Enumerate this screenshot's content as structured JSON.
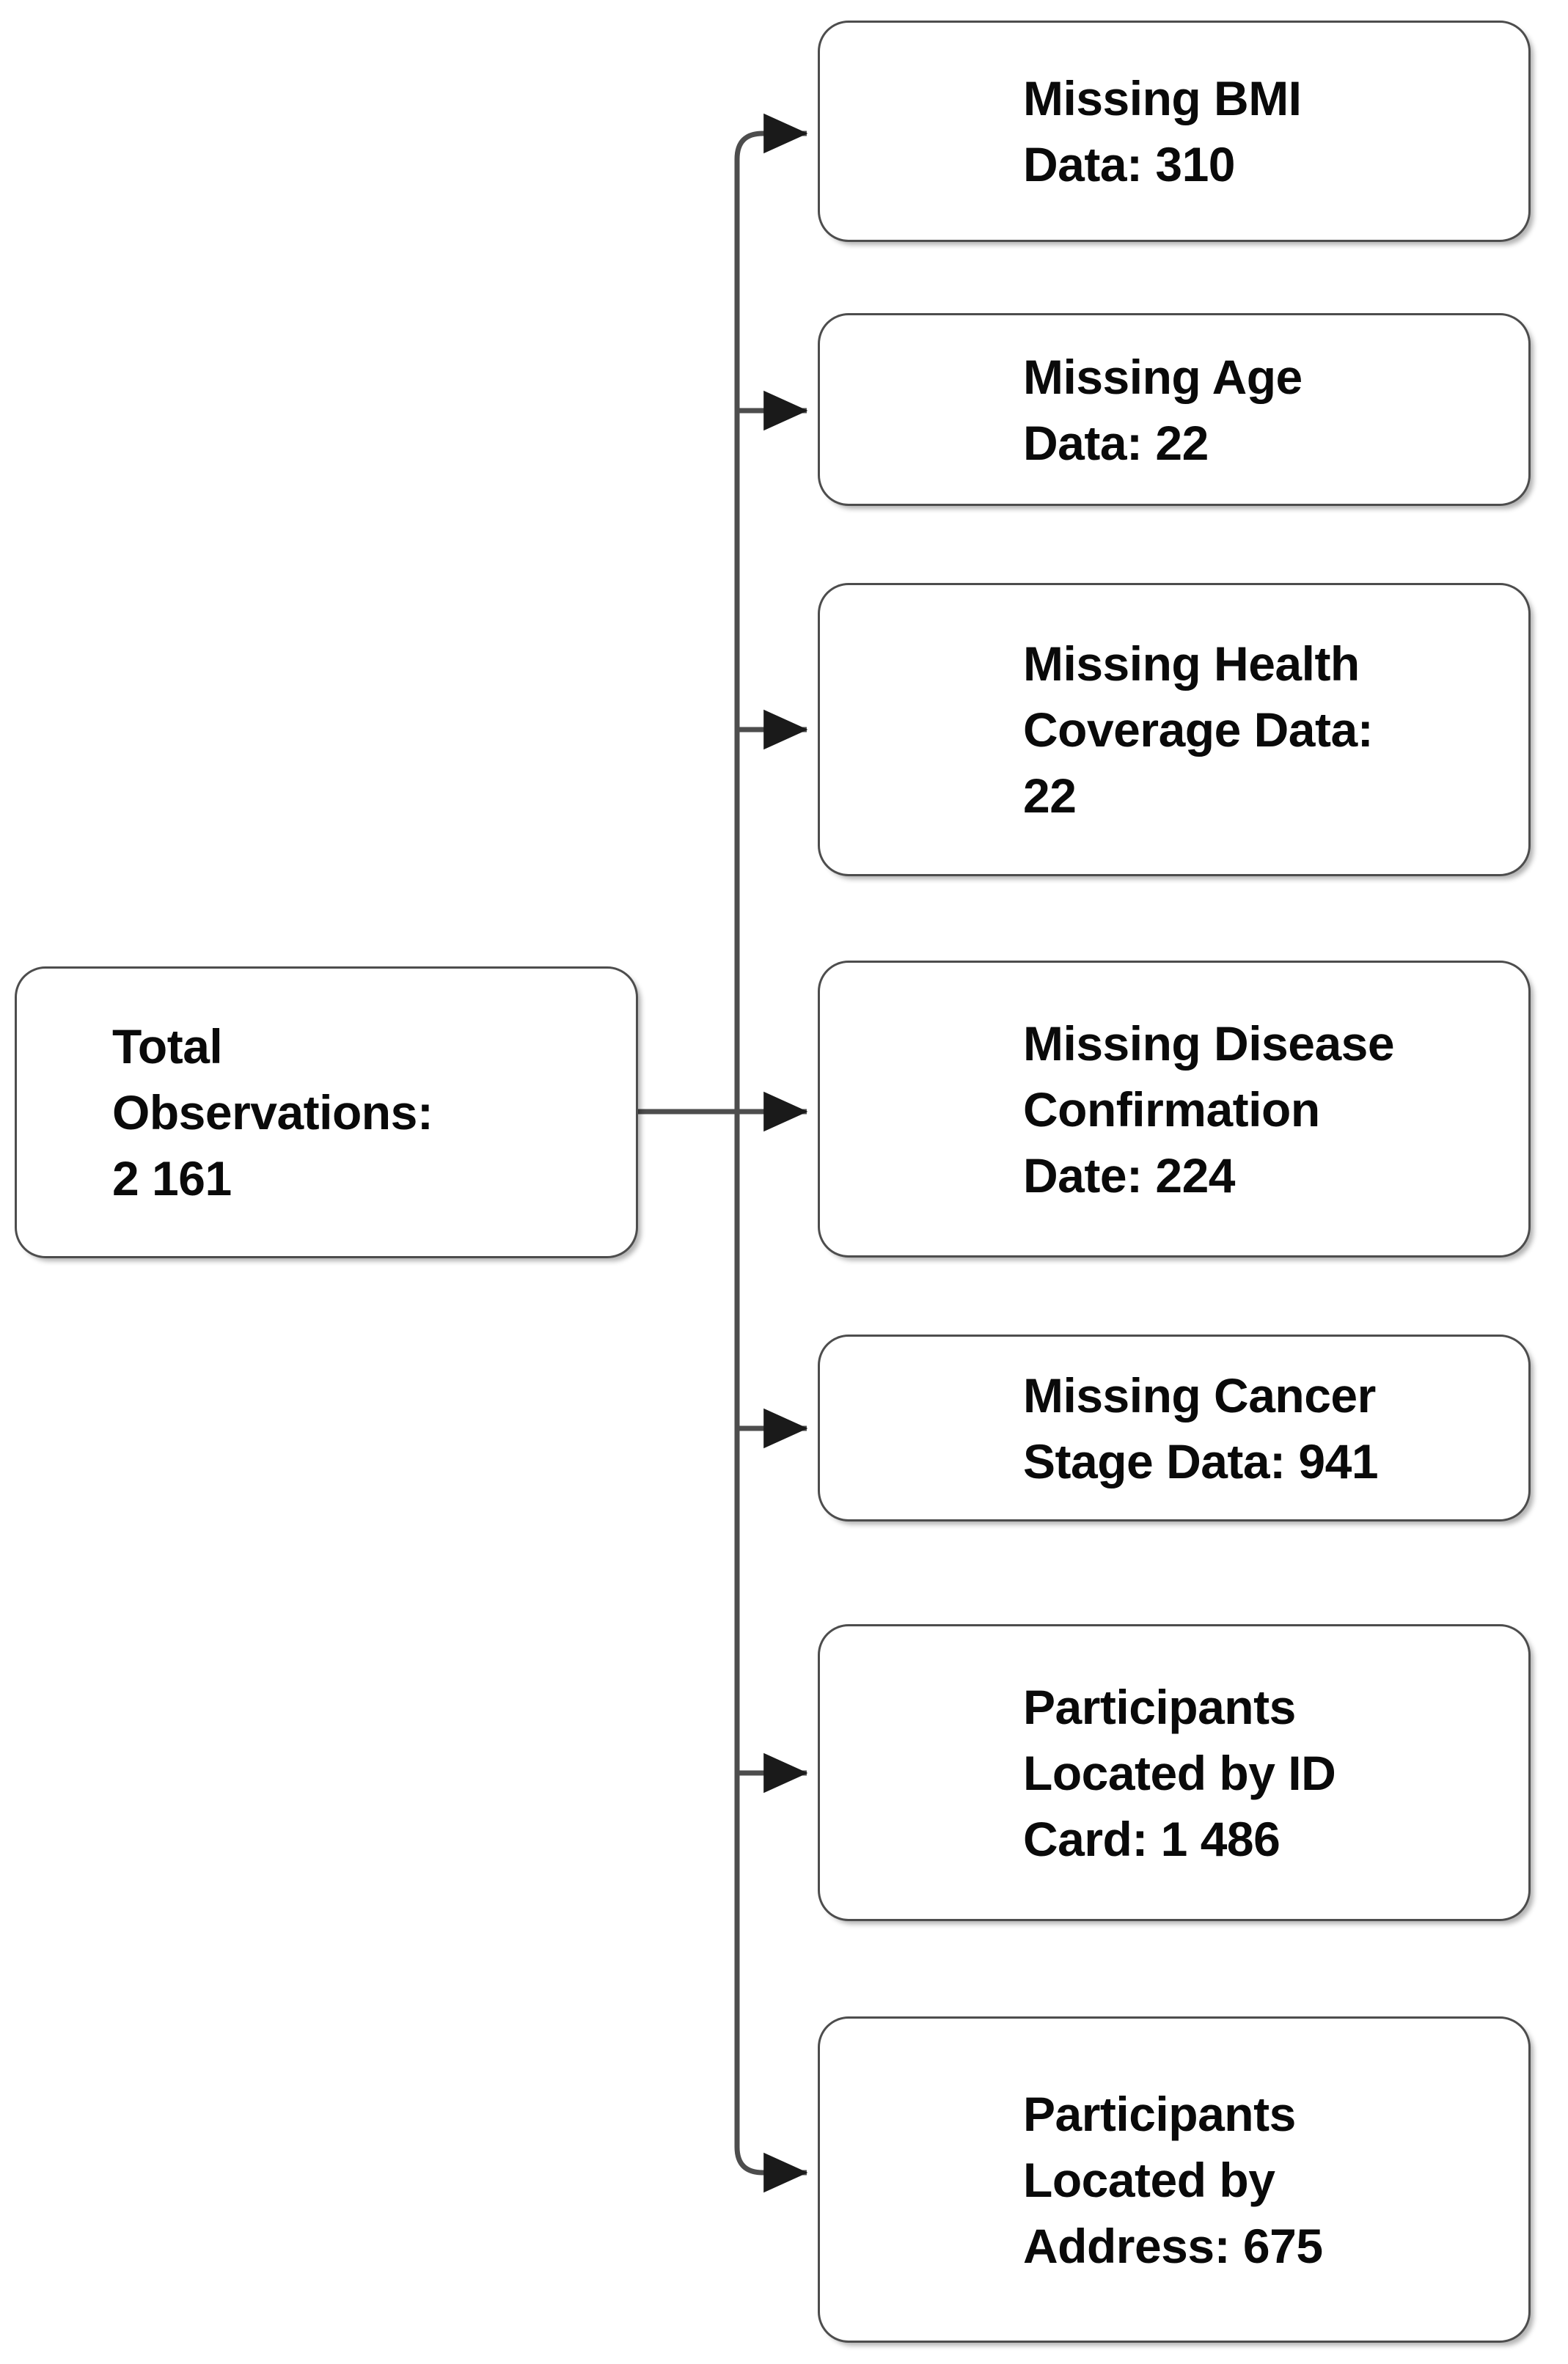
{
  "diagram": {
    "type": "flowchart",
    "title": "",
    "orientation": "left-to-right",
    "colors": {
      "box_border": "#4d4d4d",
      "box_fill": "#ffffff",
      "text": "#0a0a0a",
      "connector": "#4d4d4d",
      "background": "#ffffff"
    },
    "root": {
      "id": "total-observations",
      "label": "Total\nObservations:\n2 161",
      "lines": [
        "Total",
        "Observations:",
        "2 161"
      ],
      "value": "2 161",
      "caption": "Total Observations"
    },
    "branches": [
      {
        "id": "missing-bmi-data",
        "label": "Missing BMI\nData: 310",
        "lines": [
          "Missing BMI",
          "Data: 310"
        ],
        "caption": "Missing BMI Data",
        "value": "310"
      },
      {
        "id": "missing-age-data",
        "label": "Missing Age\nData: 22",
        "lines": [
          "Missing Age",
          "Data: 22"
        ],
        "caption": "Missing Age Data",
        "value": "22"
      },
      {
        "id": "missing-health-coverage-data",
        "label": "Missing Health\nCoverage Data:\n22",
        "lines": [
          "Missing Health",
          "Coverage Data:",
          "22"
        ],
        "caption": "Missing Health Coverage Data",
        "value": "22"
      },
      {
        "id": "missing-disease-confirmation-date",
        "label": "Missing Disease\nConfirmation\nDate: 224",
        "lines": [
          "Missing Disease",
          "Confirmation",
          "Date: 224"
        ],
        "caption": "Missing Disease Confirmation Date",
        "value": "224"
      },
      {
        "id": "missing-cancer-stage-data",
        "label": "Missing Cancer\nStage Data: 941",
        "lines": [
          "Missing Cancer",
          "Stage Data: 941"
        ],
        "caption": "Missing Cancer Stage Data",
        "value": "941"
      },
      {
        "id": "participants-located-by-id-card",
        "label": "Participants\nLocated by ID\nCard: 1 486",
        "lines": [
          "Participants",
          "Located by ID",
          "Card: 1 486"
        ],
        "caption": "Participants Located by ID Card",
        "value": "1 486"
      },
      {
        "id": "participants-located-by-address",
        "label": "Participants\nLocated by\nAddress: 675",
        "lines": [
          "Participants",
          "Located by",
          "Address: 675"
        ],
        "caption": "Participants Located by Address",
        "value": "675"
      }
    ],
    "connector_style": "orthogonal-trunk-with-arrowheads",
    "arrow_count": 7
  }
}
